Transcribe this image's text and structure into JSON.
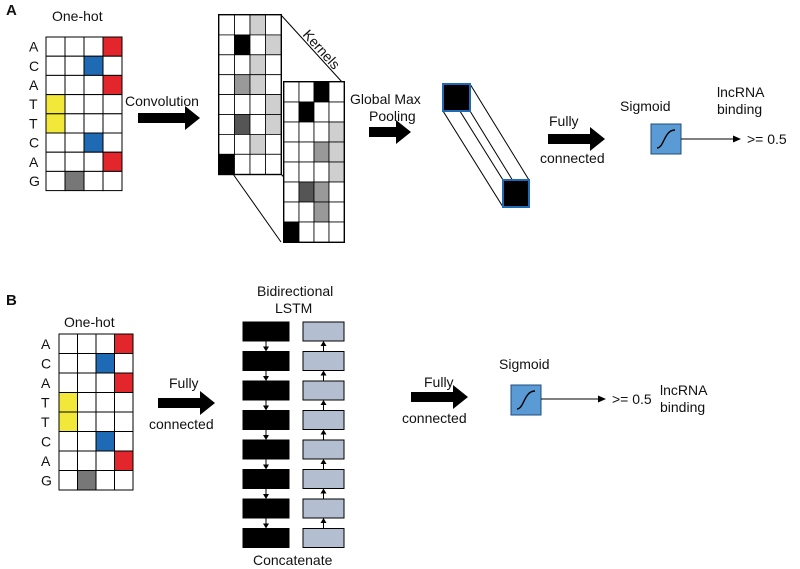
{
  "panel_a": {
    "panel_label": "A",
    "onehot_title": "One-hot",
    "sequence": [
      "A",
      "C",
      "A",
      "T",
      "T",
      "C",
      "A",
      "G"
    ],
    "onehot_columns": [
      3,
      2,
      3,
      0,
      0,
      2,
      3,
      1
    ],
    "onehot_colors": [
      "#f2e83a",
      "#777777",
      "#1f6ab5",
      "#e3262c"
    ],
    "convolution_label": "Convolution",
    "kernels_label": "Kernels",
    "global_max_pooling_label": [
      "Global Max",
      "Pooling"
    ],
    "fully_connected_label": [
      "Fully",
      "connected"
    ],
    "sigmoid_label": "Sigmoid",
    "output_label": [
      "lncRNA",
      "binding"
    ],
    "threshold_label": ">= 0.5"
  },
  "panel_b": {
    "panel_label": "B",
    "onehot_title": "One-hot",
    "sequence": [
      "A",
      "C",
      "A",
      "T",
      "T",
      "C",
      "A",
      "G"
    ],
    "onehot_columns": [
      3,
      2,
      3,
      0,
      0,
      2,
      3,
      1
    ],
    "fully_connected_left_label": [
      "Fully",
      "connected"
    ],
    "lstm_label": [
      "Bidirectional",
      "LSTM"
    ],
    "concatenate_label": "Concatenate",
    "fully_connected_right_label": [
      "Fully",
      "connected"
    ],
    "sigmoid_label": "Sigmoid",
    "threshold_label": ">= 0.5",
    "output_label": [
      "lncRNA",
      "binding"
    ],
    "lstm_steps": 8,
    "lstm_forward_color": "#000000",
    "lstm_backward_color": "#b3bfd1"
  },
  "colors": {
    "sigmoid_fill": "#5b9bd5",
    "pool_edge": "#1f6ab5"
  }
}
